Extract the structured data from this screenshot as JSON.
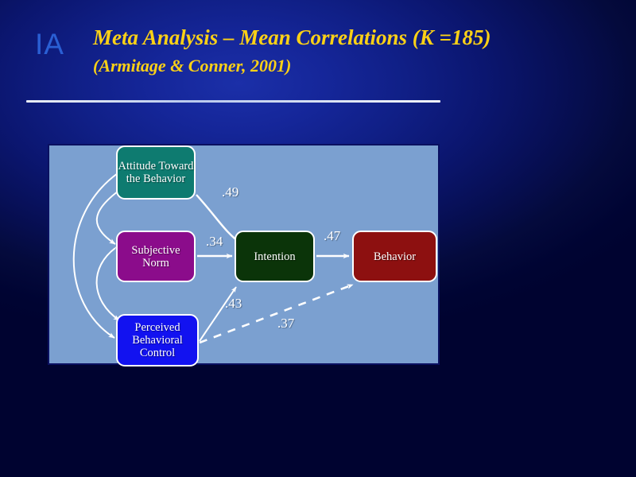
{
  "slide": {
    "logo_text": "IA",
    "title_line1": "Meta Analysis – Mean Correlations (K =185)",
    "title_line2": "(Armitage & Conner, 2001)",
    "accent_title_color": "#fcd116",
    "logo_color": "#2a5fd4",
    "background_color": "#000330",
    "panel_color": "#7ba0d0",
    "panel_border_color": "#0a1060"
  },
  "diagram": {
    "type": "path-model",
    "nodes": [
      {
        "id": "attitude",
        "label": "Attitude Toward the Behavior",
        "color": "#0e7b70"
      },
      {
        "id": "norm",
        "label": "Subjective Norm",
        "color": "#8b0c8b"
      },
      {
        "id": "pbc",
        "label": "Perceived Behavioral Control",
        "color": "#1212f0"
      },
      {
        "id": "intention",
        "label": "Intention",
        "color": "#0b3409"
      },
      {
        "id": "behavior",
        "label": "Behavior",
        "color": "#8d1010"
      }
    ],
    "paths": [
      {
        "from": "attitude",
        "to": "intention",
        "coefficient": ".49",
        "style": "solid",
        "arrow": "single"
      },
      {
        "from": "norm",
        "to": "intention",
        "coefficient": ".34",
        "style": "solid",
        "arrow": "single"
      },
      {
        "from": "pbc",
        "to": "intention",
        "coefficient": ".43",
        "style": "solid",
        "arrow": "single"
      },
      {
        "from": "intention",
        "to": "behavior",
        "coefficient": ".47",
        "style": "solid",
        "arrow": "single"
      },
      {
        "from": "pbc",
        "to": "behavior",
        "coefficient": ".37",
        "style": "dashed",
        "arrow": "single"
      },
      {
        "from": "attitude",
        "to": "norm",
        "coefficient": "",
        "style": "curved",
        "arrow": "double"
      },
      {
        "from": "attitude",
        "to": "pbc",
        "coefficient": "",
        "style": "curved",
        "arrow": "double"
      },
      {
        "from": "norm",
        "to": "pbc",
        "coefficient": "",
        "style": "curved",
        "arrow": "double"
      }
    ],
    "coefficients": {
      "attitude_intention": ".49",
      "norm_intention": ".34",
      "pbc_intention": ".43",
      "intention_behavior": ".47",
      "pbc_behavior": ".37"
    }
  }
}
